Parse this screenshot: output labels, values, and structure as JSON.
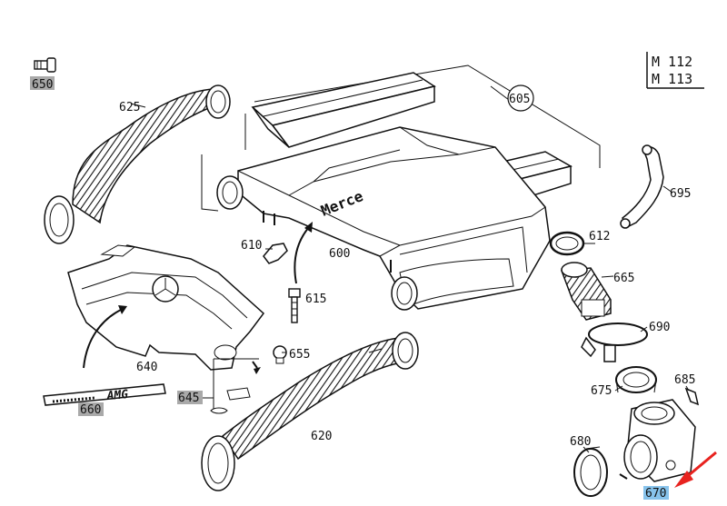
{
  "engine_codes": [
    "M 112",
    "M 113"
  ],
  "parts": [
    {
      "id": "650",
      "highlight": "gray"
    },
    {
      "id": "625"
    },
    {
      "id": "605"
    },
    {
      "id": "695"
    },
    {
      "id": "612"
    },
    {
      "id": "610"
    },
    {
      "id": "600"
    },
    {
      "id": "665"
    },
    {
      "id": "615"
    },
    {
      "id": "690"
    },
    {
      "id": "640"
    },
    {
      "id": "655"
    },
    {
      "id": "685"
    },
    {
      "id": "675"
    },
    {
      "id": "660",
      "highlight": "gray"
    },
    {
      "id": "645",
      "highlight": "gray"
    },
    {
      "id": "620"
    },
    {
      "id": "680"
    },
    {
      "id": "670",
      "highlight": "blue"
    }
  ],
  "stamps": {
    "housing_text": "Merce",
    "amg_logo": "AMG"
  },
  "colors": {
    "line": "#111111",
    "highlight_gray": "#a9a9a9",
    "highlight_blue": "#87c3ec",
    "arrow": "#e8231f"
  }
}
